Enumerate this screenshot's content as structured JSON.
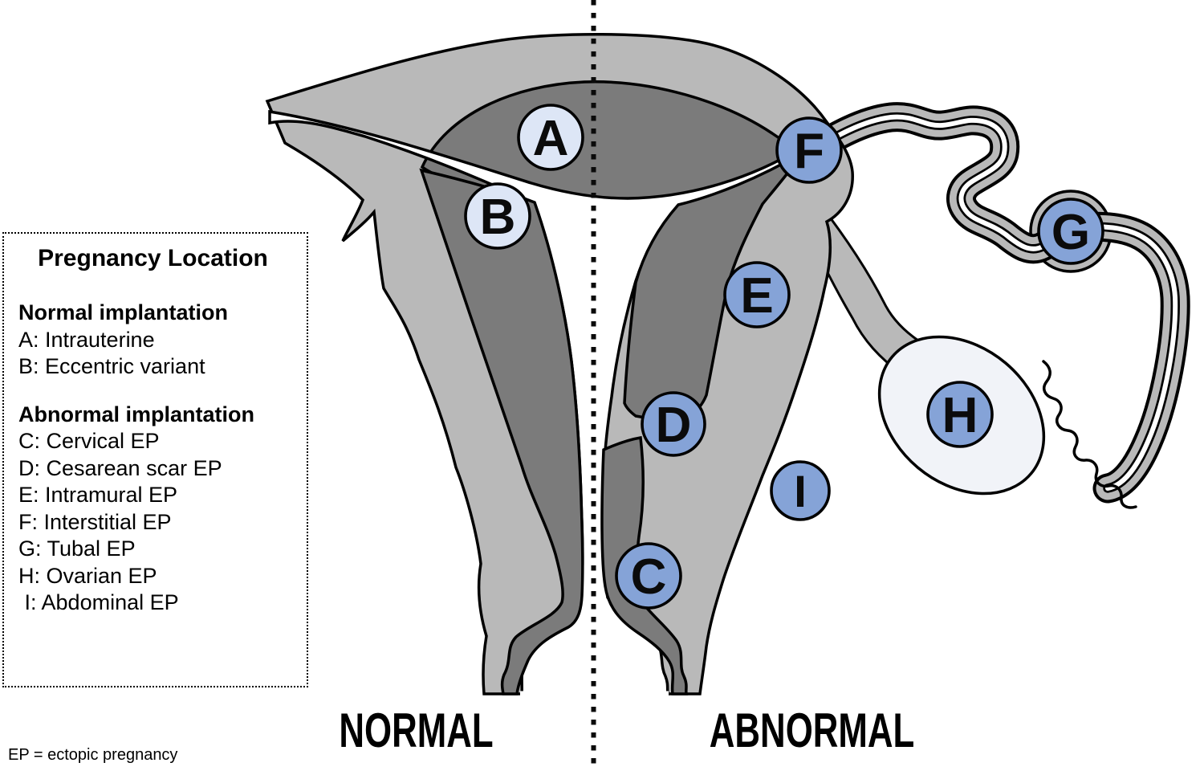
{
  "legend": {
    "title": "Pregnancy Location",
    "sections": [
      {
        "header": "Normal implantation",
        "items": [
          "A: Intrauterine",
          "B: Eccentric variant"
        ]
      },
      {
        "header": "Abnormal implantation",
        "items": [
          "C: Cervical EP",
          "D: Cesarean scar EP",
          "E: Intramural EP",
          "F: Interstitial EP",
          "G: Tubal EP",
          "H: Ovarian EP",
          " I: Abdominal EP"
        ]
      }
    ]
  },
  "markers": [
    {
      "letter": "A",
      "type": "normal"
    },
    {
      "letter": "B",
      "type": "normal"
    },
    {
      "letter": "C",
      "type": "abnormal"
    },
    {
      "letter": "D",
      "type": "abnormal"
    },
    {
      "letter": "E",
      "type": "abnormal"
    },
    {
      "letter": "F",
      "type": "abnormal"
    },
    {
      "letter": "G",
      "type": "abnormal"
    },
    {
      "letter": "H",
      "type": "abnormal"
    },
    {
      "letter": "I",
      "type": "abnormal"
    }
  ],
  "section_labels": {
    "left": "NORMAL",
    "right": "ABNORMAL"
  },
  "footnote": "EP = ectopic pregnancy",
  "colors": {
    "normal_marker": "#dde6f6",
    "abnormal_marker": "#85a3d7",
    "uterus_outer": "#b9b9b9",
    "myometrium": "#7b7b7b",
    "ovary": "#f1f3f8",
    "lumen": "#ffffff",
    "outline": "#000000"
  }
}
